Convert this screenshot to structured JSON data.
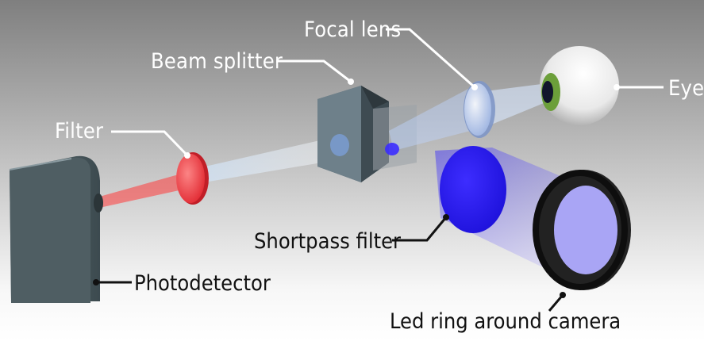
{
  "labels": {
    "focal_lens": "Focal lens",
    "beam_splitter": "Beam splitter",
    "filter": "Filter",
    "eye": "Eye",
    "shortpass_filter": "Shortpass filter",
    "photodetector": "Photodetector",
    "led_ring": "Led ring around camera"
  },
  "colors": {
    "background_top": "#7f7f7f",
    "background_bottom": "#ffffff",
    "red_beam": "#ff3b3b",
    "blue_light": "#3a2cff",
    "iris_green": "#6c9f3a"
  },
  "icons": [
    "photodetector-icon",
    "filter-icon",
    "beam-splitter-icon",
    "focal-lens-icon",
    "eye-icon",
    "shortpass-filter-icon",
    "led-ring-icon"
  ]
}
